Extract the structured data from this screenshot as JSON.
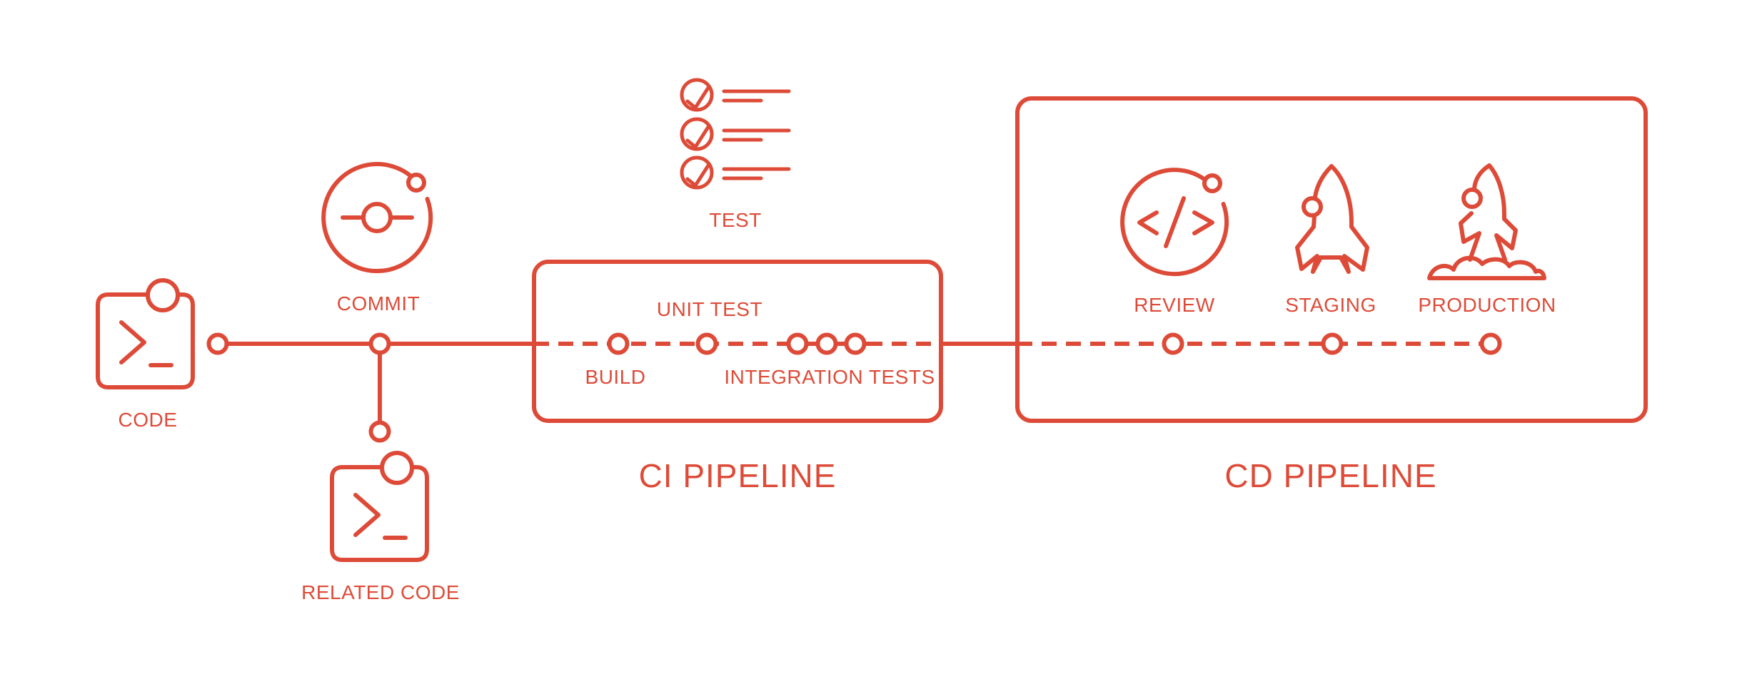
{
  "colors": {
    "accent": "#DD4B38",
    "background": "#FFFFFF"
  },
  "code": {
    "label": "CODE",
    "icon": "terminal-icon"
  },
  "commit": {
    "label": "COMMIT",
    "icon": "git-commit-icon"
  },
  "related_code": {
    "label": "RELATED CODE",
    "icon": "terminal-icon"
  },
  "test": {
    "label": "TEST",
    "icon": "checklist-icon"
  },
  "ci_pipeline": {
    "title": "CI PIPELINE",
    "stages": [
      {
        "label": "BUILD"
      },
      {
        "label": "UNIT TEST"
      },
      {
        "label": "INTEGRATION TESTS"
      }
    ]
  },
  "cd_pipeline": {
    "title": "CD PIPELINE",
    "stages": [
      {
        "label": "REVIEW",
        "icon": "code-review-icon"
      },
      {
        "label": "STAGING",
        "icon": "rocket-icon"
      },
      {
        "label": "PRODUCTION",
        "icon": "rocket-launch-icon"
      }
    ]
  }
}
